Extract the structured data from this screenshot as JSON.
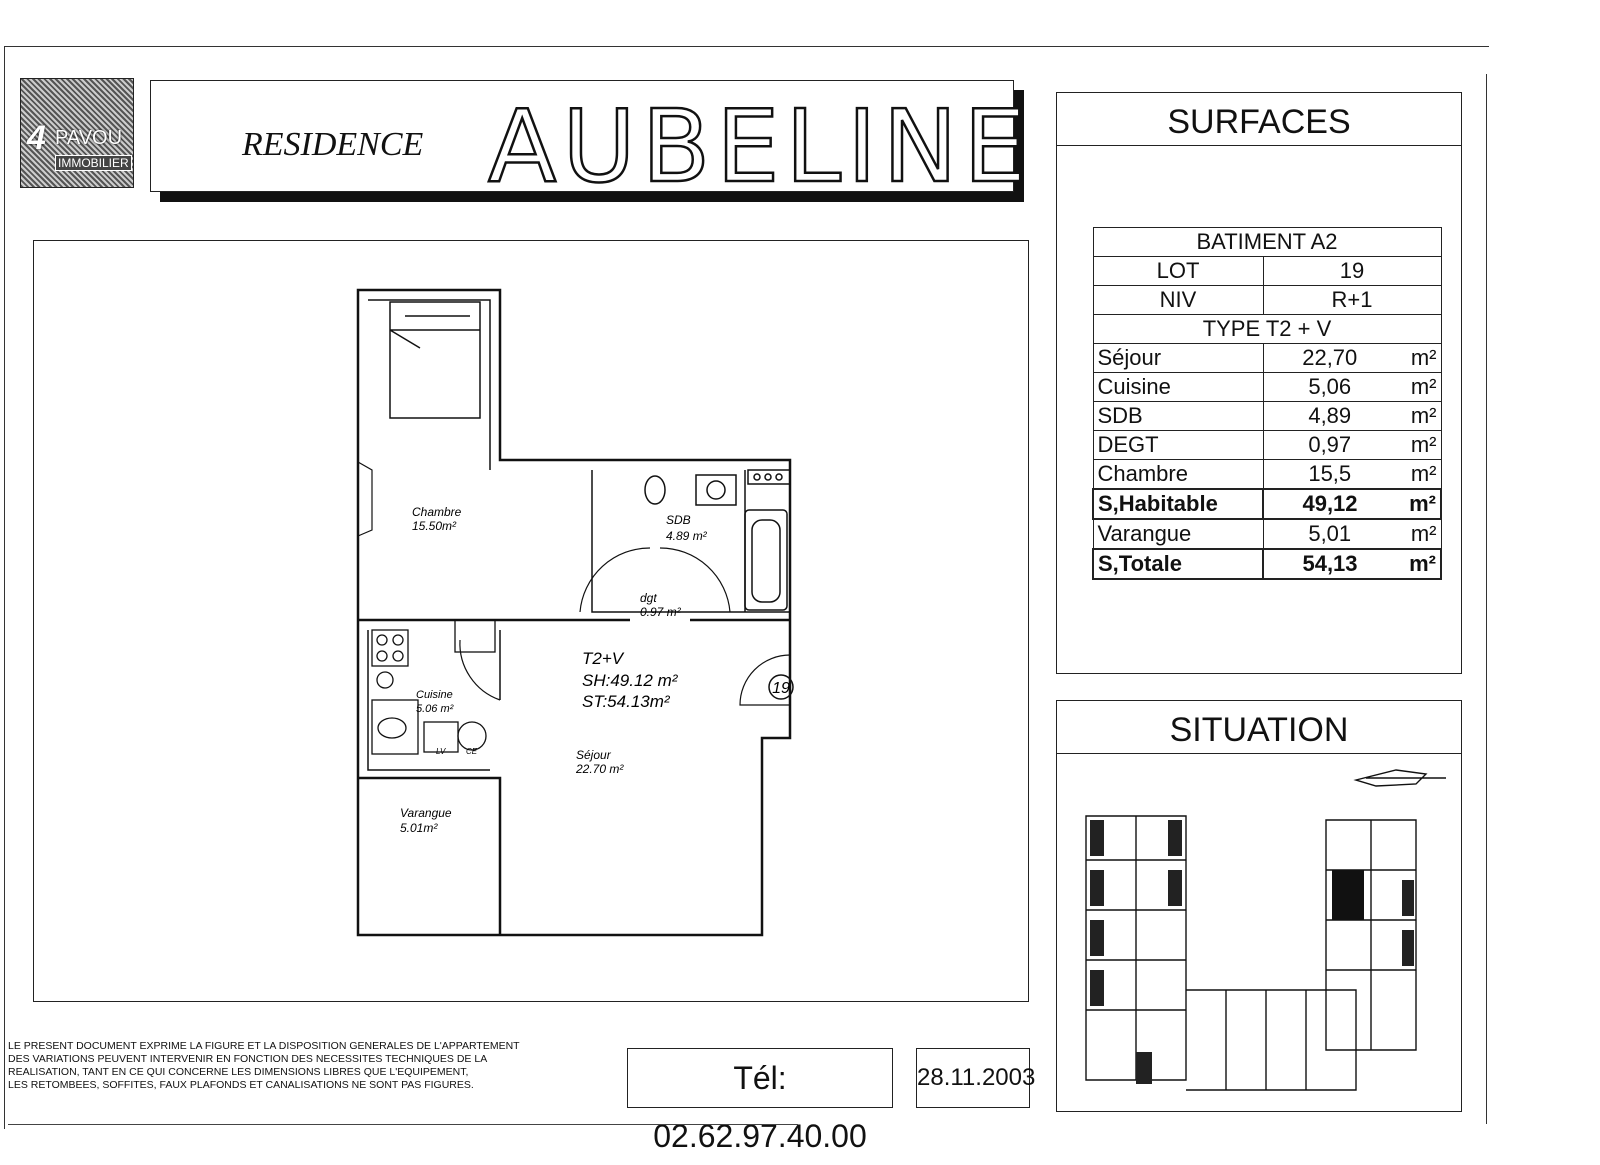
{
  "logo": {
    "number": "4",
    "brand": "PAVOU",
    "subtitle": "IMMOBILIER"
  },
  "header": {
    "residence": "RESIDENCE",
    "name": "AUBELINE"
  },
  "plan": {
    "rooms": {
      "chambre": {
        "name": "Chambre",
        "area": "15.50m²"
      },
      "sdb": {
        "name": "SDB",
        "area": "4.89 m²"
      },
      "dgt": {
        "name": "dgt",
        "area": "0.97 m²"
      },
      "cuisine": {
        "name": "Cuisine",
        "area": "5.06 m²"
      },
      "sejour": {
        "name": "Séjour",
        "area": "22.70 m²"
      },
      "varangue": {
        "name": "Varangue",
        "area": "5.01m²"
      }
    },
    "summary": {
      "type": "T2+V",
      "sh": "SH:49.12 m²",
      "st": "ST:54.13m²"
    },
    "lot_number": "19",
    "appliances": {
      "lv": "LV",
      "ce": "CE"
    }
  },
  "surfaces": {
    "title": "SURFACES",
    "batiment": "BATIMENT A2",
    "lot_label": "LOT",
    "lot_value": "19",
    "niv_label": "NIV",
    "niv_value": "R+1",
    "type": "TYPE T2 + V",
    "rows": [
      {
        "label": "Séjour",
        "value": "22,70",
        "unit": "m²"
      },
      {
        "label": "Cuisine",
        "value": "5,06",
        "unit": "m²"
      },
      {
        "label": "SDB",
        "value": "4,89",
        "unit": "m²"
      },
      {
        "label": "DEGT",
        "value": "0,97",
        "unit": "m²"
      },
      {
        "label": "Chambre",
        "value": "15,5",
        "unit": "m²"
      }
    ],
    "habitable": {
      "label": "S,Habitable",
      "value": "49,12",
      "unit": "m²"
    },
    "varangue": {
      "label": "Varangue",
      "value": "5,01",
      "unit": "m²"
    },
    "totale": {
      "label": "S,Totale",
      "value": "54,13",
      "unit": "m²"
    }
  },
  "situation": {
    "title": "SITUATION"
  },
  "footer": {
    "note_lines": [
      "LE PRESENT DOCUMENT EXPRIME LA FIGURE ET LA DISPOSITION GENERALES DE L'APPARTEMENT",
      "DES VARIATIONS PEUVENT INTERVENIR EN FONCTION DES NECESSITES TECHNIQUES DE LA",
      "REALISATION, TANT EN CE QUI CONCERNE LES DIMENSIONS LIBRES QUE L'EQUIPEMENT,",
      "LES RETOMBEES, SOFFITES, FAUX PLAFONDS ET CANALISATIONS NE SONT PAS FIGURES."
    ],
    "tel": "Tél: 02.62.97.40.00",
    "date": "28.11.2003"
  }
}
